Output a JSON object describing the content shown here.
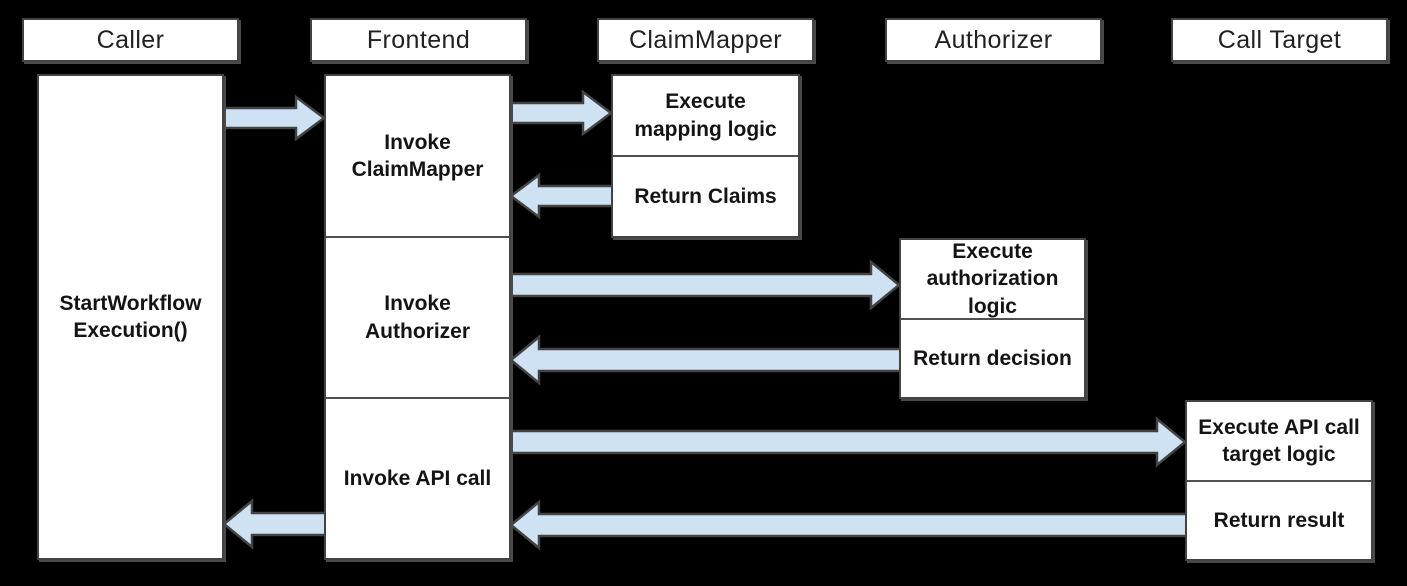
{
  "diagram": {
    "type": "sequence-diagram",
    "colors": {
      "background": "#000000",
      "box_fill": "#ffffff",
      "box_border": "#434343",
      "arrow_fill": "#cfe2f3",
      "arrow_stroke": "#434343",
      "text": "#1a1a1a"
    },
    "columns": [
      {
        "id": "caller",
        "header": "Caller"
      },
      {
        "id": "frontend",
        "header": "Frontend"
      },
      {
        "id": "claimmapper",
        "header": "ClaimMapper"
      },
      {
        "id": "authorizer",
        "header": "Authorizer"
      },
      {
        "id": "call-target",
        "header": "Call Target"
      }
    ],
    "boxes": {
      "caller_main": "StartWorkflow\nExecution()",
      "invoke_claimmapper": "Invoke\nClaimMapper",
      "invoke_authorizer": "Invoke\nAuthorizer",
      "invoke_api_call": "Invoke API call",
      "execute_mapping_logic": "Execute\nmapping logic",
      "return_claims": "Return Claims",
      "execute_authorization_logic": "Execute\nauthorization\nlogic",
      "return_decision": "Return decision",
      "execute_api_call_target_logic": "Execute API call\ntarget logic",
      "return_result": "Return result"
    },
    "arrows": [
      {
        "from": "Caller",
        "to": "Frontend",
        "direction": "right"
      },
      {
        "from": "Frontend",
        "to": "ClaimMapper",
        "direction": "right"
      },
      {
        "from": "ClaimMapper",
        "to": "Frontend",
        "direction": "left"
      },
      {
        "from": "Frontend",
        "to": "Authorizer",
        "direction": "right"
      },
      {
        "from": "Authorizer",
        "to": "Frontend",
        "direction": "left"
      },
      {
        "from": "Frontend",
        "to": "Call Target",
        "direction": "right"
      },
      {
        "from": "Call Target",
        "to": "Frontend",
        "direction": "left"
      },
      {
        "from": "Frontend",
        "to": "Caller",
        "direction": "left"
      }
    ]
  }
}
